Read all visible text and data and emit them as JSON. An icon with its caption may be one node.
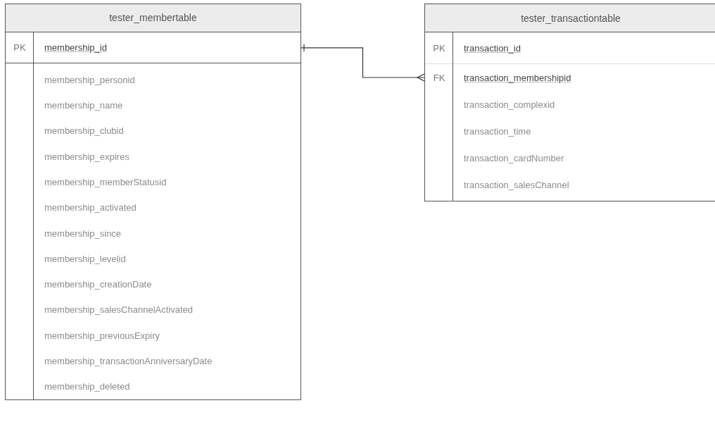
{
  "diagram": {
    "nodes": [
      {
        "text": [
          "tester_membertable"
        ]
      },
      {
        "text": [
          "PK",
          "membership_id"
        ],
        "in": 0
      },
      {
        "text": [
          "membership_personid"
        ],
        "in": 0
      },
      {
        "text": [
          "membership_name"
        ],
        "in": 0
      },
      {
        "text": [
          "membership_clubid"
        ],
        "in": 0
      },
      {
        "text": [
          "membership_expires"
        ],
        "in": 0
      },
      {
        "text": [
          "membership_memberStatusid"
        ],
        "in": 0
      },
      {
        "text": [
          "membership_activated"
        ],
        "in": 0
      },
      {
        "text": [
          "membership_since"
        ],
        "in": 0
      },
      {
        "text": [
          "membership_levelid"
        ],
        "in": 0
      },
      {
        "text": [
          "membership_creationDate"
        ],
        "in": 0
      },
      {
        "text": [
          "membership_salesChannelActivated"
        ],
        "in": 0
      },
      {
        "text": [
          "membership_previousExpiry"
        ],
        "in": 0
      },
      {
        "text": [
          "membership_transactionAnniversaryDate"
        ],
        "in": 0
      },
      {
        "text": [
          "membership_deleted"
        ],
        "in": 0
      },
      {
        "text": [
          "tester_transactiontable"
        ]
      },
      {
        "text": [
          "PK",
          "transaction_id"
        ],
        "in": 15
      },
      {
        "text": [
          "FK",
          "transaction_membershipid"
        ],
        "in": 15
      },
      {
        "text": [
          "transaction_complexid"
        ],
        "in": 15
      },
      {
        "text": [
          "transaction_time"
        ],
        "in": 15
      },
      {
        "text": [
          "transaction_cardNumber"
        ],
        "in": 15
      },
      {
        "text": [
          "transaction_salesChannel"
        ],
        "in": 15
      }
    ],
    "edges": [
      {
        "from": 1,
        "to": 17,
        "arrow": "other"
      }
    ]
  }
}
